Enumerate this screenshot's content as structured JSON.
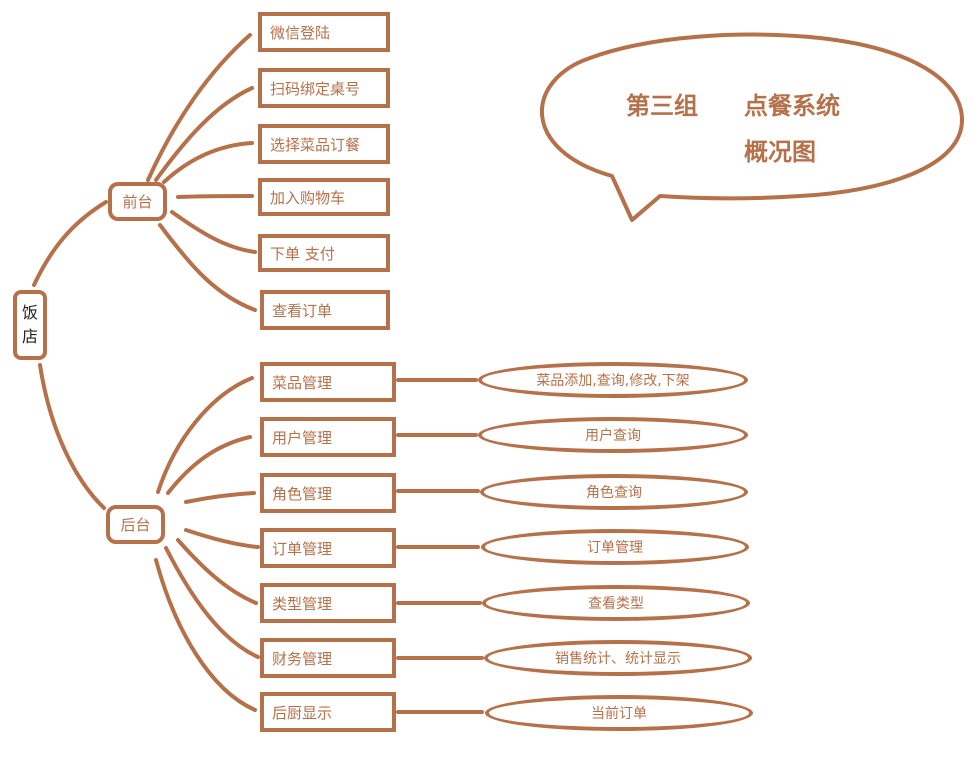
{
  "root": {
    "label_line1": "饭",
    "label_line2": "店"
  },
  "frontend": {
    "label": "前台",
    "items": [
      "微信登陆",
      "扫码绑定桌号",
      "选择菜品订餐",
      "加入购物车",
      "下单 支付",
      "查看订单"
    ]
  },
  "backend": {
    "label": "后台",
    "items": [
      "菜品管理",
      "用户管理",
      "角色管理",
      "订单管理",
      "类型管理",
      "财务管理",
      "后厨显示"
    ],
    "details": [
      "菜品添加,查询,修改,下架",
      "用户查询",
      "角色查询",
      "订单管理",
      "查看类型",
      "销售统计、统计显示",
      "当前订单"
    ]
  },
  "bubble": {
    "line1_a": "第三组",
    "line1_b": "点餐系统",
    "line2": "概况图"
  },
  "colors": {
    "stroke": "#b5714a",
    "root_text": "#222222"
  }
}
